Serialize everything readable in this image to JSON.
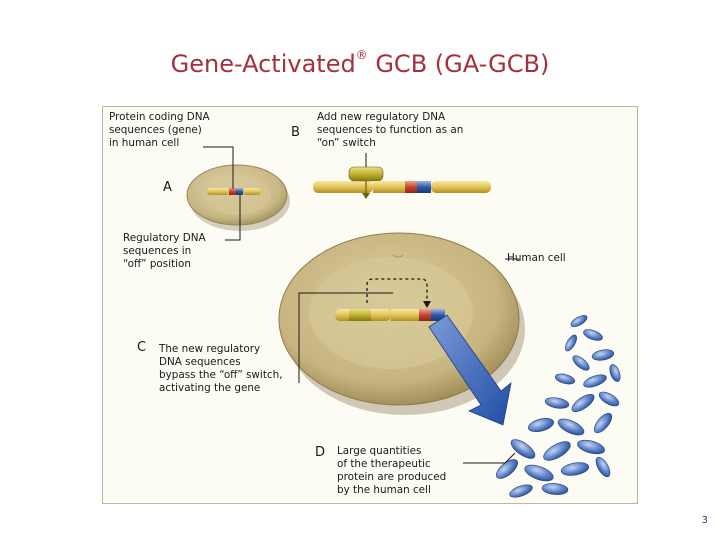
{
  "slide": {
    "title_main": "Gene-Activated",
    "title_mark": "®",
    "title_rest": " GCB (GA-GCB)",
    "page_number": "3"
  },
  "figure": {
    "letters": {
      "a": "A",
      "b": "B",
      "c": "C",
      "d": "D"
    },
    "labels": {
      "protein_coding": "Protein coding DNA\nsequences (gene)\nin human cell",
      "add_regulatory": "Add new regulatory DNA\nsequences to function as an\n“on” switch",
      "regulatory_off": "Regulatory DNA\nsequences in\n“off” position",
      "human_cell": "Human cell",
      "bypass": "The new regulatory\nDNA sequences\nbypass the “off” switch,\nactivating the gene",
      "large_quantities": "Large quantities\nof the therapeutic\nprotein are produced\nby the human cell"
    }
  },
  "colors": {
    "title": "#a3313e",
    "cell_fill": "#c9b98a",
    "dna_yellow": "#e6c85a",
    "dna_red": "#c8452e",
    "dna_blue": "#2f5aa8",
    "arrow": "#2c5fb6",
    "protein": "#5a80c8"
  }
}
